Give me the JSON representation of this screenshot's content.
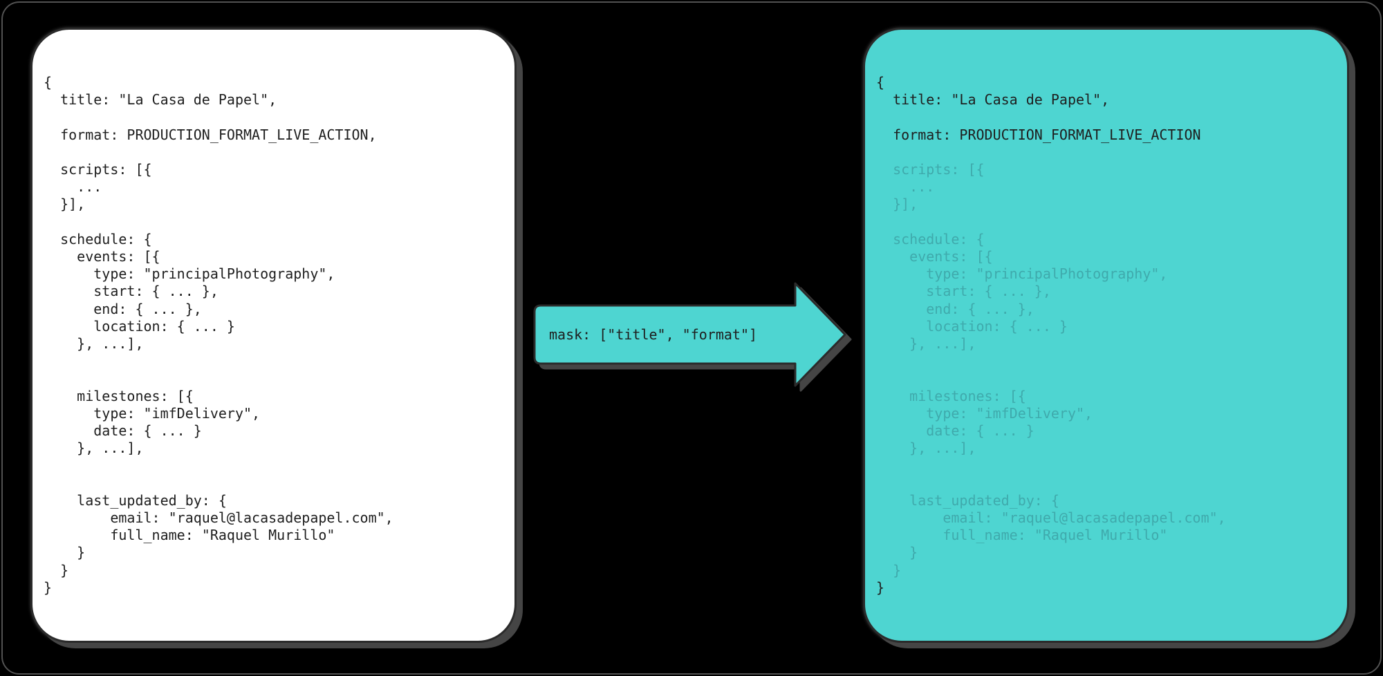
{
  "colors": {
    "background": "#000000",
    "teal": "#4ED5D1",
    "dim_text": "#3FAAAC",
    "ink": "#1E1E1E",
    "panel_border": "#2B2B2B",
    "left_panel_bg": "#FFFFFF",
    "shadow": "#454545"
  },
  "left_panel": {
    "lines": [
      "{",
      "  title: \"La Casa de Papel\",",
      "",
      "  format: PRODUCTION_FORMAT_LIVE_ACTION,",
      "",
      "  scripts: [{",
      "    ...",
      "  }],",
      "",
      "  schedule: {",
      "    events: [{",
      "      type: \"principalPhotography\",",
      "      start: { ... },",
      "      end: { ... },",
      "      location: { ... }",
      "    }, ...],",
      "",
      "",
      "    milestones: [{",
      "      type: \"imfDelivery\",",
      "      date: { ... }",
      "    }, ...],",
      "",
      "",
      "    last_updated_by: {",
      "        email: \"raquel@lacasadepapel.com\",",
      "        full_name: \"Raquel Murillo\"",
      "    }",
      "  }",
      "}"
    ]
  },
  "arrow": {
    "label": "mask: [\"title\", \"format\"]"
  },
  "right_panel": {
    "lines": [
      {
        "text": "{",
        "dim": false
      },
      {
        "text": "  title: \"La Casa de Papel\",",
        "dim": false
      },
      {
        "text": "",
        "dim": true
      },
      {
        "text": "  format: PRODUCTION_FORMAT_LIVE_ACTION",
        "dim": false
      },
      {
        "text": "",
        "dim": true
      },
      {
        "text": "  scripts: [{",
        "dim": true
      },
      {
        "text": "    ...",
        "dim": true
      },
      {
        "text": "  }],",
        "dim": true
      },
      {
        "text": "",
        "dim": true
      },
      {
        "text": "  schedule: {",
        "dim": true
      },
      {
        "text": "    events: [{",
        "dim": true
      },
      {
        "text": "      type: \"principalPhotography\",",
        "dim": true
      },
      {
        "text": "      start: { ... },",
        "dim": true
      },
      {
        "text": "      end: { ... },",
        "dim": true
      },
      {
        "text": "      location: { ... }",
        "dim": true
      },
      {
        "text": "    }, ...],",
        "dim": true
      },
      {
        "text": "",
        "dim": true
      },
      {
        "text": "",
        "dim": true
      },
      {
        "text": "    milestones: [{",
        "dim": true
      },
      {
        "text": "      type: \"imfDelivery\",",
        "dim": true
      },
      {
        "text": "      date: { ... }",
        "dim": true
      },
      {
        "text": "    }, ...],",
        "dim": true
      },
      {
        "text": "",
        "dim": true
      },
      {
        "text": "",
        "dim": true
      },
      {
        "text": "    last_updated_by: {",
        "dim": true
      },
      {
        "text": "        email: \"raquel@lacasadepapel.com\",",
        "dim": true
      },
      {
        "text": "        full_name: \"Raquel Murillo\"",
        "dim": true
      },
      {
        "text": "    }",
        "dim": true
      },
      {
        "text": "  }",
        "dim": true
      },
      {
        "text": "}",
        "dim": false
      }
    ]
  }
}
